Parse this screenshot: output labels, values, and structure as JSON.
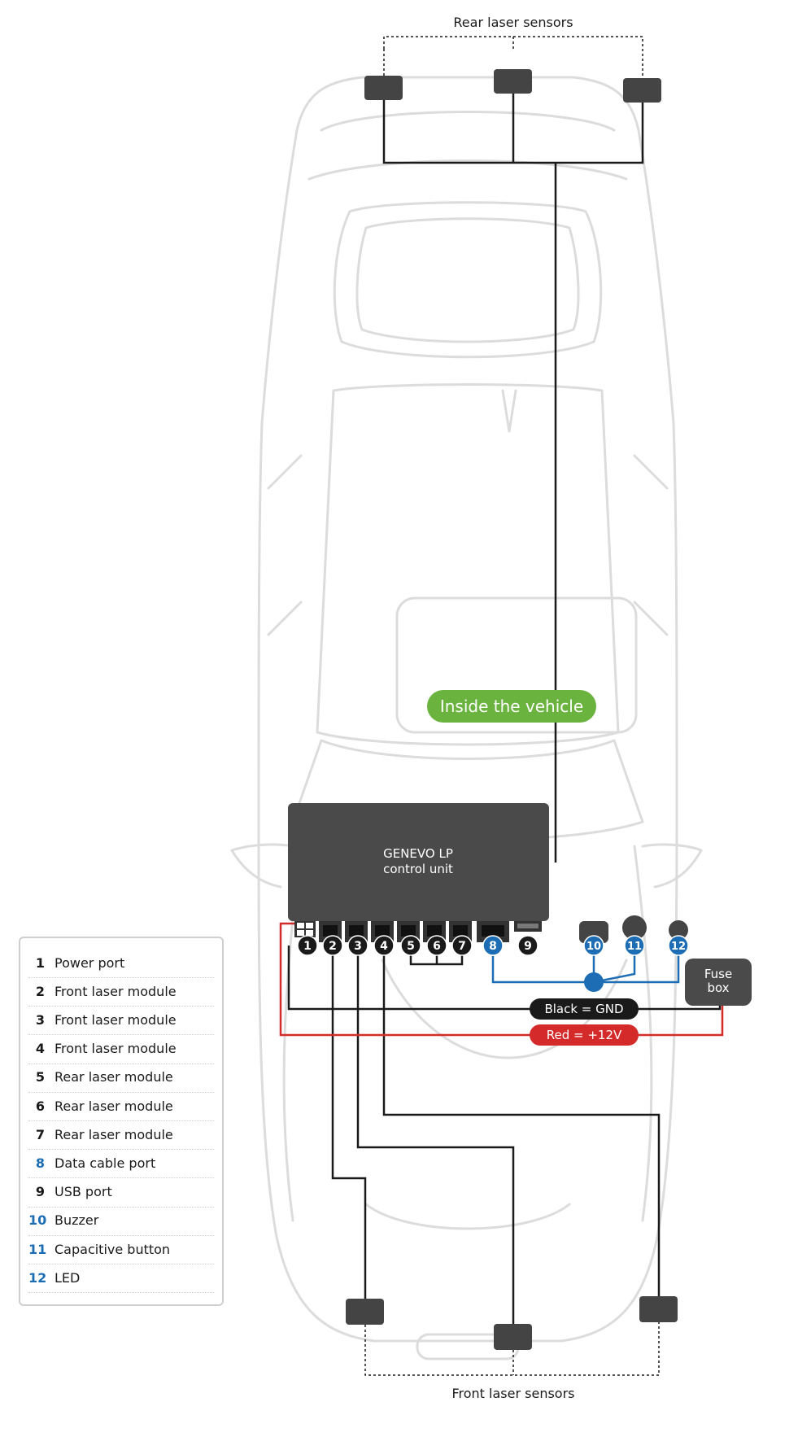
{
  "diagram": {
    "rear_sensors_label": "Rear laser sensors",
    "front_sensors_label": "Front laser sensors",
    "inside_label": "Inside the vehicle",
    "control_unit_line1": "GENEVO LP",
    "control_unit_line2": "control unit",
    "fuse_line1": "Fuse",
    "fuse_line2": "box",
    "ground_label": "Black = GND",
    "power_label": "Red = +12V",
    "port_numbers": [
      "1",
      "2",
      "3",
      "4",
      "5",
      "6",
      "7",
      "8",
      "9"
    ],
    "peripheral_numbers": [
      "10",
      "11",
      "12"
    ]
  },
  "legend": {
    "items": [
      {
        "num": "1",
        "label": "Power port",
        "accent": false
      },
      {
        "num": "2",
        "label": "Front laser module",
        "accent": false
      },
      {
        "num": "3",
        "label": "Front laser module",
        "accent": false
      },
      {
        "num": "4",
        "label": "Front laser module",
        "accent": false
      },
      {
        "num": "5",
        "label": "Rear laser module",
        "accent": false
      },
      {
        "num": "6",
        "label": "Rear laser module",
        "accent": false
      },
      {
        "num": "7",
        "label": "Rear laser module",
        "accent": false
      },
      {
        "num": "8",
        "label": "Data cable port",
        "accent": true
      },
      {
        "num": "9",
        "label": "USB port",
        "accent": false
      },
      {
        "num": "10",
        "label": "Buzzer",
        "accent": true
      },
      {
        "num": "11",
        "label": "Capacitive button",
        "accent": true
      },
      {
        "num": "12",
        "label": "LED",
        "accent": true
      }
    ]
  },
  "colors": {
    "wire_black": "#1a1a1a",
    "wire_red": "#d42a2a",
    "wire_blue": "#1c6db4",
    "badge_green": "#6ab33e",
    "unit_gray": "#4a4a4a",
    "car_outline": "#dcdcdc"
  }
}
